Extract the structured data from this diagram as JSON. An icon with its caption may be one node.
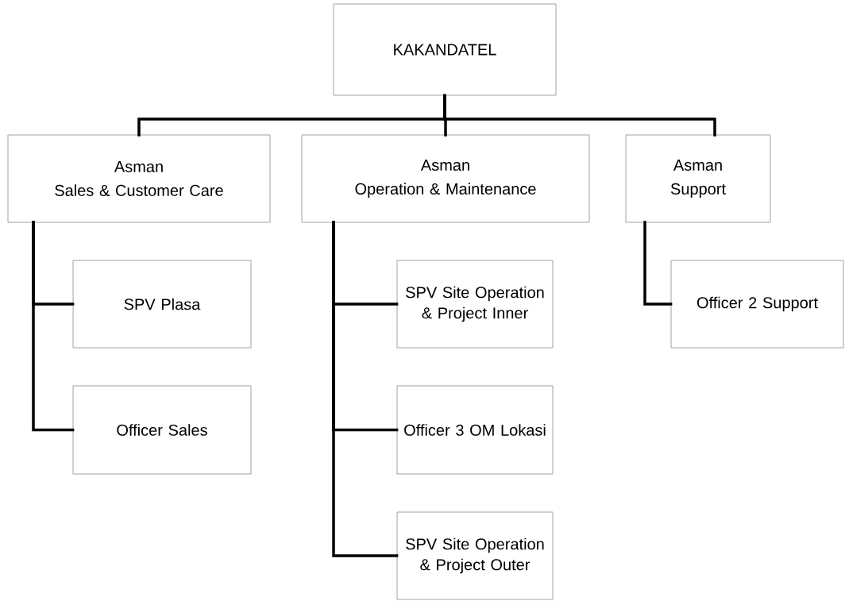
{
  "diagram": {
    "nodes": [
      {
        "text": [
          "KAKANDATEL"
        ]
      },
      {
        "text": [
          "Asman",
          "Sales & Customer Care"
        ]
      },
      {
        "text": [
          "Asman",
          "Operation & Maintenance"
        ]
      },
      {
        "text": [
          "Asman",
          "Support"
        ]
      },
      {
        "text": [
          "SPV Plasa"
        ]
      },
      {
        "text": [
          "Officer Sales"
        ]
      },
      {
        "text": [
          "SPV Site Operation & Project Inner"
        ]
      },
      {
        "text": [
          "Officer 3 OM Lokasi"
        ]
      },
      {
        "text": [
          "SPV Site Operation & Project Outer"
        ]
      },
      {
        "text": [
          "Officer 2 Support"
        ]
      }
    ],
    "edges": [
      {
        "from": 0,
        "to": 1,
        "arrow": "none"
      },
      {
        "from": 0,
        "to": 2,
        "arrow": "none"
      },
      {
        "from": 0,
        "to": 3,
        "arrow": "none"
      },
      {
        "from": 1,
        "to": 4,
        "arrow": "none"
      },
      {
        "from": 1,
        "to": 5,
        "arrow": "none"
      },
      {
        "from": 2,
        "to": 6,
        "arrow": "none"
      },
      {
        "from": 2,
        "to": 7,
        "arrow": "none"
      },
      {
        "from": 2,
        "to": 8,
        "arrow": "none"
      },
      {
        "from": 3,
        "to": 9,
        "arrow": "none"
      }
    ]
  }
}
